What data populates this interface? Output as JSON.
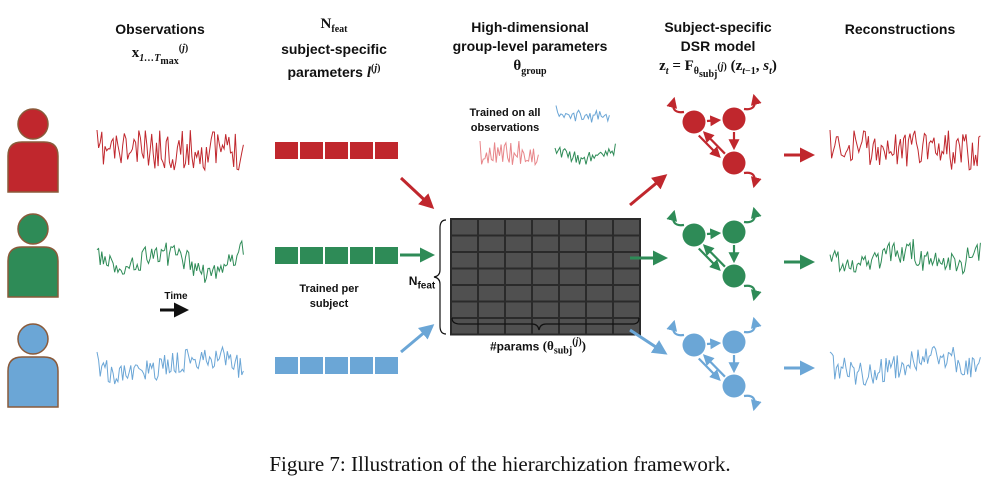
{
  "headers": {
    "observations": "Observations",
    "subject_params_line2": "subject-specific",
    "subject_params_line3": "parameters",
    "group_line1": "High-dimensional",
    "group_line2": "group-level parameters",
    "dsr_line1": "Subject-specific",
    "dsr_line2": "DSR model",
    "reconstructions": "Reconstructions"
  },
  "annotations": {
    "trained_all_line1": "Trained on all",
    "trained_all_line2": "observations",
    "trained_per_line1": "Trained per",
    "trained_per_line2": "subject",
    "time": "Time",
    "n_feat_side": "N",
    "n_feat_side_sub": "feat",
    "params_count": "#params"
  },
  "caption": "Figure 7: Illustration of the hierarchization framework.",
  "subjects": [
    {
      "name": "subject-red",
      "color": "#c0272d",
      "light": "#e8868a"
    },
    {
      "name": "subject-green",
      "color": "#2e8b57",
      "light": "#6cb98a"
    },
    {
      "name": "subject-blue",
      "color": "#6ba6d6",
      "light": "#a9cdec"
    }
  ],
  "colors": {
    "matrix_cell": "#505050",
    "matrix_bg": "#2a2a2a",
    "arrow_dark": "#111111",
    "person_outline": "#8a5a3a"
  }
}
